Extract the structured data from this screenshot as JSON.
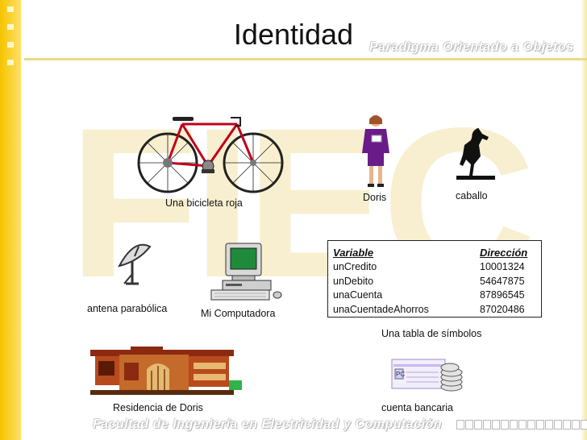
{
  "slide": {
    "title": "Identidad",
    "subtitle": "Paradigma Orientado a Objetos",
    "watermark": "FIEC",
    "footer": "Facultad de Ingeniería en Electricidad y Computación"
  },
  "captions": {
    "bicycle": "Una bicicleta roja",
    "doris": "Doris",
    "horse": "caballo",
    "antenna": "antena parabólica",
    "computer": "Mi Computadora",
    "table": "Una tabla de símbolos",
    "house": "Residencia de Doris",
    "account": "cuenta bancaria"
  },
  "symbol_table": {
    "headers": [
      "Variable",
      "Dirección"
    ],
    "rows": [
      [
        "unCredito",
        "10001324"
      ],
      [
        "unDebito",
        "54647875"
      ],
      [
        "unaCuenta",
        "87896545"
      ],
      [
        "unaCuentadeAhorros",
        "87020486"
      ]
    ]
  },
  "colors": {
    "stripe": "#f4c400",
    "bicycle_frame": "#c0001a",
    "person_suit": "#6a1b8a",
    "watermark": "#f7efcf"
  }
}
